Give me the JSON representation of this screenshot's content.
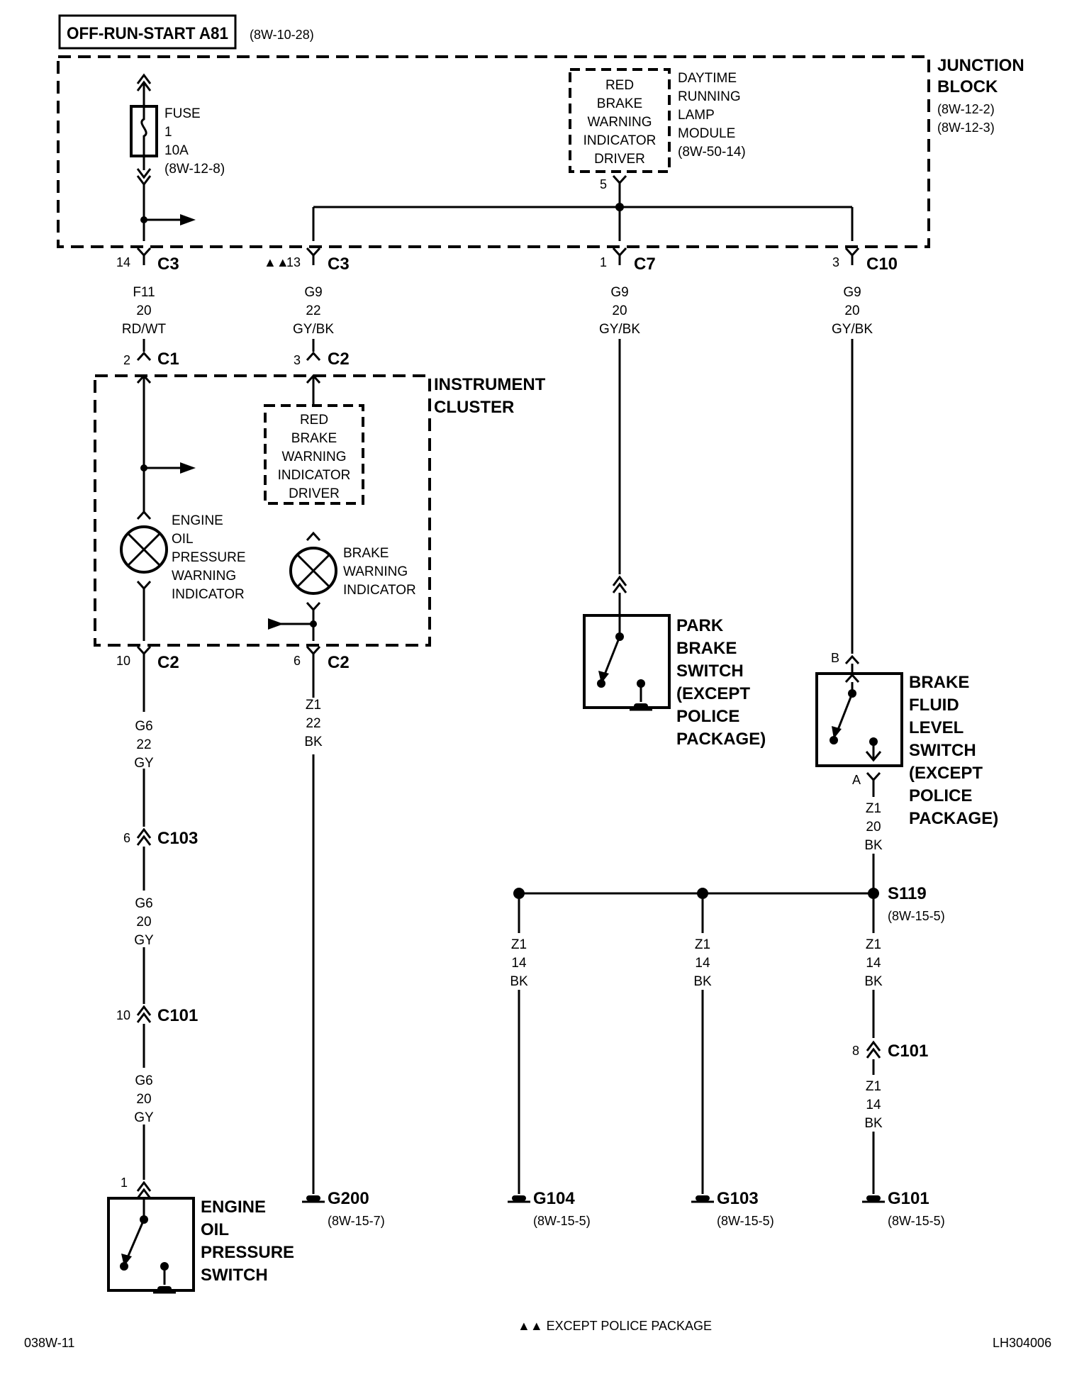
{
  "header": {
    "title": "OFF-RUN-START A81",
    "title_ref": "(8W-10-28)"
  },
  "junction_block": {
    "name_line1": "JUNCTION",
    "name_line2": "BLOCK",
    "ref1": "(8W-12-2)",
    "ref2": "(8W-12-3)",
    "fuse": {
      "line1": "FUSE",
      "line2": "1",
      "line3": "10A",
      "line4": "(8W-12-8)"
    }
  },
  "drl_module": {
    "driver_lines": [
      "RED",
      "BRAKE",
      "WARNING",
      "INDICATOR",
      "DRIVER"
    ],
    "module_lines": [
      "DAYTIME",
      "RUNNING",
      "LAMP",
      "MODULE",
      "(8W-50-14)"
    ],
    "pin": "5"
  },
  "connectors": {
    "c3_14": {
      "pin": "14",
      "name": "C3"
    },
    "c3_13": {
      "marker": "▲▲",
      "pin": "13",
      "name": "C3"
    },
    "c7_1": {
      "pin": "1",
      "name": "C7"
    },
    "c10_3": {
      "pin": "3",
      "name": "C10"
    },
    "c1_2": {
      "pin": "2",
      "name": "C1"
    },
    "c2_3": {
      "pin": "3",
      "name": "C2"
    },
    "c2_10": {
      "pin": "10",
      "name": "C2"
    },
    "c2_6": {
      "pin": "6",
      "name": "C2"
    },
    "c103_6": {
      "pin": "6",
      "name": "C103"
    },
    "c101_10": {
      "pin": "10",
      "name": "C101"
    },
    "c101_8": {
      "pin": "8",
      "name": "C101"
    },
    "oil_switch_pin": "1",
    "brake_fluid_pin_b": "B",
    "brake_fluid_pin_a": "A"
  },
  "wires": {
    "f11": [
      "F11",
      "20",
      "RD/WT"
    ],
    "g9_a": [
      "G9",
      "22",
      "GY/BK"
    ],
    "g9_b": [
      "G9",
      "20",
      "GY/BK"
    ],
    "g9_c": [
      "G9",
      "20",
      "GY/BK"
    ],
    "g6_a": [
      "G6",
      "22",
      "GY"
    ],
    "g6_b": [
      "G6",
      "20",
      "GY"
    ],
    "g6_c": [
      "G6",
      "20",
      "GY"
    ],
    "z1_a": [
      "Z1",
      "22",
      "BK"
    ],
    "z1_b": [
      "Z1",
      "20",
      "BK"
    ],
    "z1_c": [
      "Z1",
      "14",
      "BK"
    ],
    "z1_d": [
      "Z1",
      "14",
      "BK"
    ],
    "z1_e": [
      "Z1",
      "14",
      "BK"
    ],
    "z1_f": [
      "Z1",
      "14",
      "BK"
    ]
  },
  "instrument_cluster": {
    "name_line1": "INSTRUMENT",
    "name_line2": "CLUSTER",
    "driver_lines": [
      "RED",
      "BRAKE",
      "WARNING",
      "INDICATOR",
      "DRIVER"
    ],
    "oil_indicator_lines": [
      "ENGINE",
      "OIL",
      "PRESSURE",
      "WARNING",
      "INDICATOR"
    ],
    "brake_indicator_lines": [
      "BRAKE",
      "WARNING",
      "INDICATOR"
    ]
  },
  "park_brake_switch": {
    "lines": [
      "PARK",
      "BRAKE",
      "SWITCH",
      "(EXCEPT",
      "POLICE",
      "PACKAGE)"
    ]
  },
  "brake_fluid_switch": {
    "lines": [
      "BRAKE",
      "FLUID",
      "LEVEL",
      "SWITCH",
      "(EXCEPT",
      "POLICE",
      "PACKAGE)"
    ]
  },
  "oil_pressure_switch": {
    "lines": [
      "ENGINE",
      "OIL",
      "PRESSURE",
      "SWITCH"
    ]
  },
  "splice": {
    "name": "S119",
    "ref": "(8W-15-5)"
  },
  "grounds": {
    "g200": {
      "name": "G200",
      "ref": "(8W-15-7)"
    },
    "g104": {
      "name": "G104",
      "ref": "(8W-15-5)"
    },
    "g103": {
      "name": "G103",
      "ref": "(8W-15-5)"
    },
    "g101": {
      "name": "G101",
      "ref": "(8W-15-5)"
    }
  },
  "footer": {
    "left": "038W-11",
    "note": "▲▲ EXCEPT POLICE PACKAGE",
    "right": "LH304006"
  }
}
